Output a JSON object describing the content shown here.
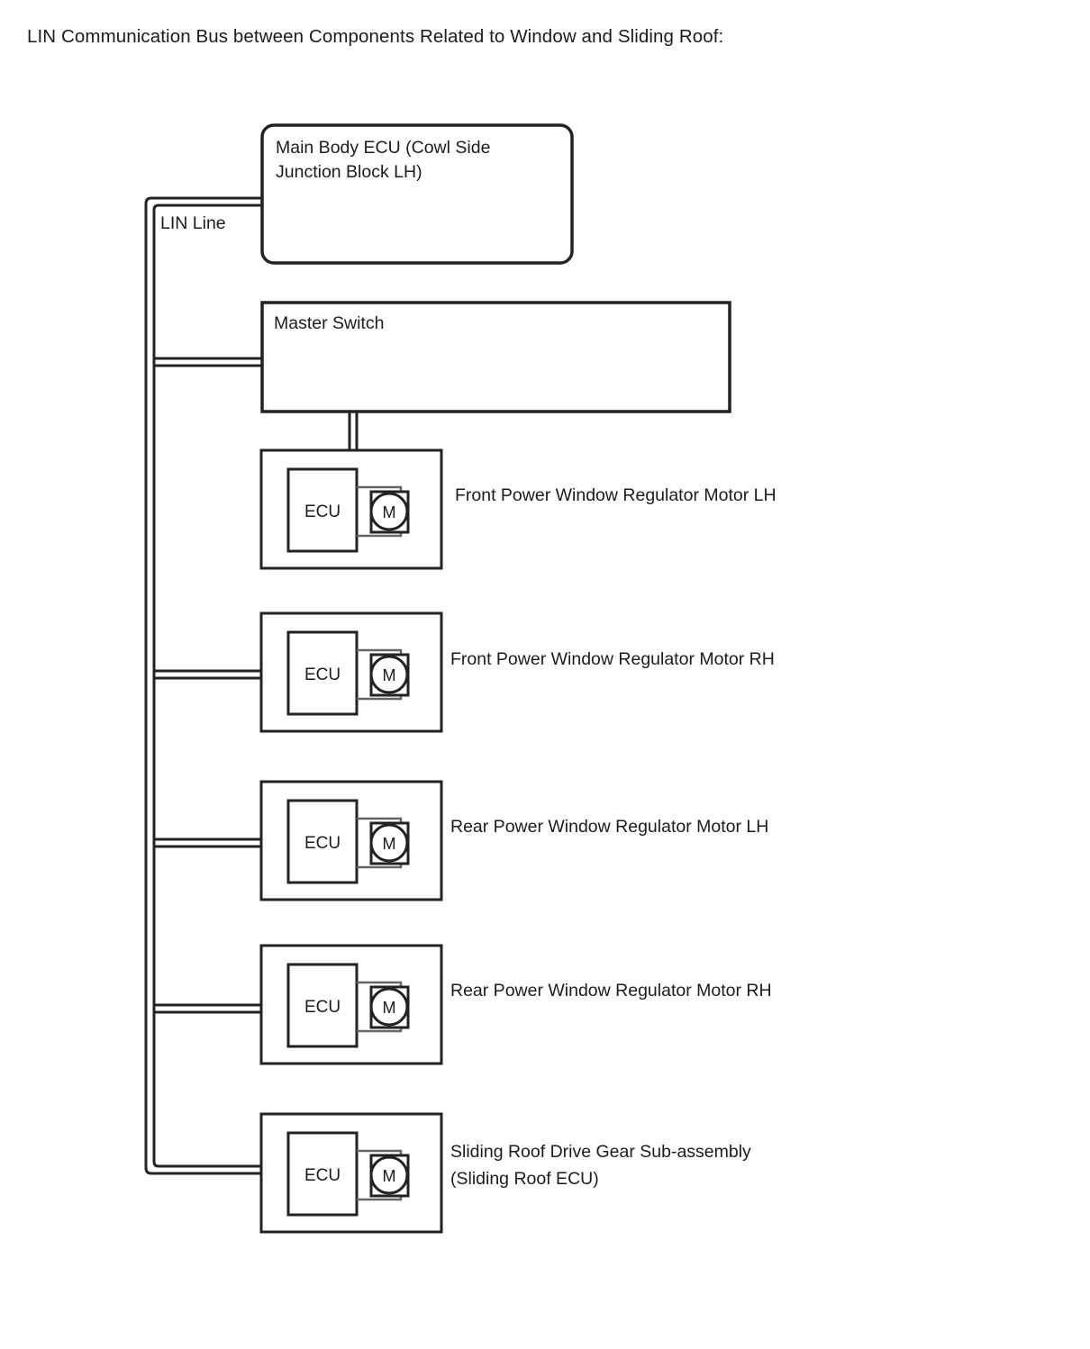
{
  "page": {
    "title": "LIN Communication Bus between Components Related to Window and Sliding Roof:",
    "background_color": "#ffffff",
    "line_color": "#222222",
    "text_color": "#1c1c1c"
  },
  "bus": {
    "label": "LIN Line",
    "style": "double-line"
  },
  "nodes": {
    "main_ecu": {
      "label": "Main Body ECU (Cowl Side\nJunction Block LH)",
      "shape": "rounded-rectangle"
    },
    "master_switch": {
      "label": "Master Switch",
      "shape": "rectangle"
    }
  },
  "motor_units": [
    {
      "label": "Front Power Window Regulator Motor LH",
      "ecu_label": "ECU",
      "motor_label": "M"
    },
    {
      "label": "Front Power Window Regulator Motor RH",
      "ecu_label": "ECU",
      "motor_label": "M"
    },
    {
      "label": "Rear Power Window Regulator Motor LH",
      "ecu_label": "ECU",
      "motor_label": "M"
    },
    {
      "label": "Rear Power Window Regulator Motor RH",
      "ecu_label": "ECU",
      "motor_label": "M"
    },
    {
      "label": "Sliding Roof Drive Gear Sub-assembly\n(Sliding Roof ECU)",
      "ecu_label": "ECU",
      "motor_label": "M"
    }
  ]
}
